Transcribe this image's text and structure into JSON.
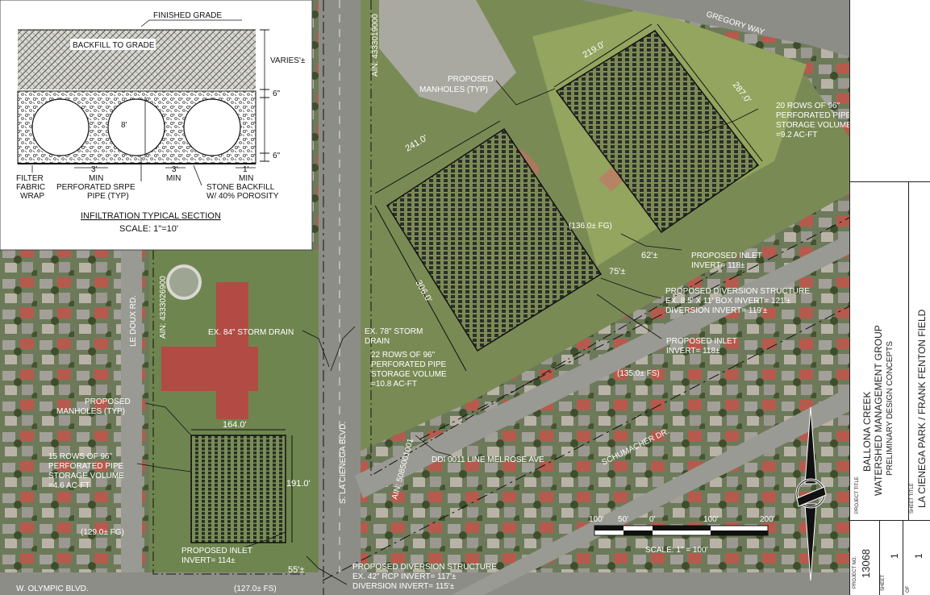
{
  "section": {
    "finished_grade": "FINISHED GRADE",
    "backfill": "BACKFILL TO GRADE",
    "varies": "VARIES'±",
    "six_top": "6\"",
    "eight": "8'",
    "six_bot": "6\"",
    "three_a": "3'",
    "min_a": "MIN",
    "three_b": "3'",
    "min_b": "MIN",
    "one": "1'",
    "min_c": "MIN",
    "filter": [
      "FILTER",
      "FABRIC",
      "WRAP"
    ],
    "pipe": [
      "PERFORATED SRPE",
      "PIPE (TYP)"
    ],
    "stone": [
      "STONE BACKFILL",
      "W/ 40% POROSITY"
    ],
    "title": "INFILTRATION TYPICAL SECTION",
    "scale": "SCALE: 1\"=10'"
  },
  "map": {
    "ain_top": "AIN: 4333019000",
    "ain_left": "AIN: 4333026900",
    "ain_bottom": "AIN: 5085001001",
    "gregory": "GREGORY WAY",
    "le_doux": "LE DOUX RD.",
    "la_cienega": "S. LA CIENEGA BLVD.",
    "schumacher": "SCHUMACHER DR.",
    "olympic": "W. OLYMPIC BLVD.",
    "manholes_top": [
      "PROPOSED",
      "MANHOLES (TYP)"
    ],
    "dim_219": "219.0'",
    "dim_287": "287.0'",
    "dim_241": "241.0'",
    "dim_306": "306.0'",
    "dim_164": "164.0'",
    "dim_191": "191.0'",
    "dim_62": "62'±",
    "dim_75": "75'±",
    "dim_55": "55'±",
    "rows20": [
      "20 ROWS OF 96\"",
      "PERFORATED PIPE",
      "STORAGE VOLUME",
      "=9.2 AC-FT"
    ],
    "rows22": [
      "22 ROWS OF 96\"",
      "PERFORATED PIPE",
      "STORAGE VOLUME",
      "=10.8 AC-FT"
    ],
    "rows15": [
      "15 ROWS OF 96\"",
      "PERFORATED PIPE",
      "STORAGE VOLUME",
      "=4.6 AC-FT"
    ],
    "fg136": "(136.0± FG)",
    "fs135": "(135.0± FS)",
    "fg129": "(129.0± FG)",
    "fs127": "(127.0± FS)",
    "inlet1": [
      "PROPOSED INLET",
      "INVERT= 118±"
    ],
    "inlet2": [
      "PROPOSED INLET",
      "INVERT= 118±"
    ],
    "inlet3": [
      "PROPOSED INLET",
      "INVERT= 114±"
    ],
    "diversion1": [
      "PROPOSED DIVERSION STRUCTURE",
      "EX. 8.5' X 11' BOX INVERT= 121'±",
      "DIVERSION INVERT= 119'±"
    ],
    "diversion2": [
      "PROPOSED DIVERSION STRUCTURE",
      "EX. 42\" RCP INVERT= 117'±",
      "DIVERSION INVERT= 115'±"
    ],
    "drain84": "EX. 84\" STORM DRAIN",
    "drain78": [
      "EX. 78\" STORM",
      "DRAIN"
    ],
    "manholes_left": [
      "PROPOSED",
      "MANHOLES (TYP)"
    ],
    "ddi": "DDI 0011 LINE MELROSE AVE",
    "scale_ticks": [
      "100'",
      "50'",
      "0'",
      "100'",
      "200'"
    ],
    "scale_label": "SCALE: 1\" = 100'"
  },
  "title_block": {
    "project_title_label": "PROJECT TITLE",
    "org_line1": "BALLONA CREEK",
    "org_line2": "WATERSHED MANAGEMENT GROUP",
    "subtitle": "PRELIMINARY DESIGN CONCEPTS",
    "sheet_title_label": "SHEET TITLE",
    "sheet_title": "LA CIENEGA PARK / FRANK FENTON FIELD",
    "project_no_label": "PROJECT NO.",
    "project_no": "13068",
    "sheet_label": "SHEET",
    "sheet_num": "1",
    "of_label": "OF",
    "of_num": "1"
  },
  "colors": {
    "aerial_base": "#6f7b5c",
    "field_green": "#93a55e",
    "roof_red": "#b14b43",
    "road_gray": "#8a8a86",
    "pipe_dark": "#2b2f2a",
    "hatch_red": "#d46a6a"
  }
}
